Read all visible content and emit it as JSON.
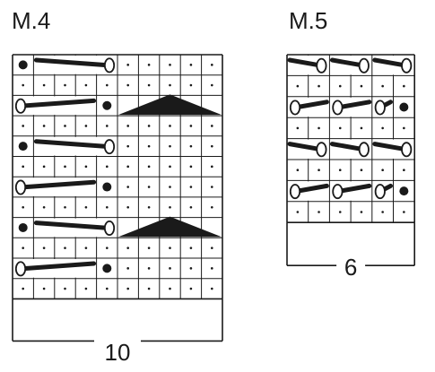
{
  "charts": [
    {
      "id": "m4",
      "title": "M.4",
      "stitch_count": "10",
      "rows": [
        [
          "dot",
          "cable-r",
          "cable-r",
          "cable-r",
          "cable-r",
          "empty",
          "empty",
          "empty",
          "empty",
          "empty"
        ],
        [
          "empty",
          "empty",
          "empty",
          "empty",
          "empty",
          "empty",
          "empty",
          "empty",
          "empty",
          "empty"
        ],
        [
          "cable-l",
          "cable-l",
          "cable-l",
          "cable-l",
          "dot",
          "tri",
          "tri",
          "tri",
          "tri",
          "tri"
        ],
        [
          "empty",
          "empty",
          "empty",
          "empty",
          "empty",
          "empty",
          "empty",
          "empty",
          "empty",
          "empty"
        ],
        [
          "dot",
          "cable-r",
          "cable-r",
          "cable-r",
          "cable-r",
          "empty",
          "empty",
          "empty",
          "empty",
          "empty"
        ],
        [
          "empty",
          "empty",
          "empty",
          "empty",
          "empty",
          "empty",
          "empty",
          "empty",
          "empty",
          "empty"
        ],
        [
          "cable-l",
          "cable-l",
          "cable-l",
          "cable-l",
          "dot",
          "empty",
          "empty",
          "empty",
          "empty",
          "empty"
        ],
        [
          "empty",
          "empty",
          "empty",
          "empty",
          "empty",
          "empty",
          "empty",
          "empty",
          "empty",
          "empty"
        ],
        [
          "dot",
          "cable-r",
          "cable-r",
          "cable-r",
          "cable-r",
          "tri",
          "tri",
          "tri",
          "tri",
          "tri"
        ],
        [
          "empty",
          "empty",
          "empty",
          "empty",
          "empty",
          "empty",
          "empty",
          "empty",
          "empty",
          "empty"
        ],
        [
          "cable-l",
          "cable-l",
          "cable-l",
          "cable-l",
          "dot",
          "empty",
          "empty",
          "empty",
          "empty",
          "empty"
        ],
        [
          "empty",
          "empty",
          "empty",
          "empty",
          "empty",
          "empty",
          "empty",
          "empty",
          "empty",
          "empty"
        ]
      ]
    },
    {
      "id": "m5",
      "title": "M.5",
      "stitch_count": "6",
      "rows": [
        [
          "cable-r",
          "cable-r",
          "cable-r",
          "cable-r",
          "cable-r",
          "cable-r"
        ],
        [
          "empty",
          "empty",
          "empty",
          "empty",
          "empty",
          "empty"
        ],
        [
          "cable-l",
          "cable-l",
          "cable-l",
          "cable-l",
          "cable-l",
          "dot"
        ],
        [
          "empty",
          "empty",
          "empty",
          "empty",
          "empty",
          "empty"
        ],
        [
          "cable-r",
          "cable-r",
          "cable-r",
          "cable-r",
          "cable-r",
          "cable-r"
        ],
        [
          "empty",
          "empty",
          "empty",
          "empty",
          "empty",
          "empty"
        ],
        [
          "cable-l",
          "cable-l",
          "cable-l",
          "cable-l",
          "cable-l",
          "dot"
        ],
        [
          "empty",
          "empty",
          "empty",
          "empty",
          "empty",
          "empty"
        ]
      ]
    }
  ],
  "colors": {
    "ink": "#1a1a1a",
    "paper": "#ffffff"
  },
  "symbols": {
    "empty": "purl-dot-symbol",
    "dot": "bobble-dot-symbol",
    "cable-r": "slanted-bar-loop-right-symbol",
    "cable-l": "slanted-bar-loop-left-symbol",
    "tri": "triangle-symbol"
  }
}
